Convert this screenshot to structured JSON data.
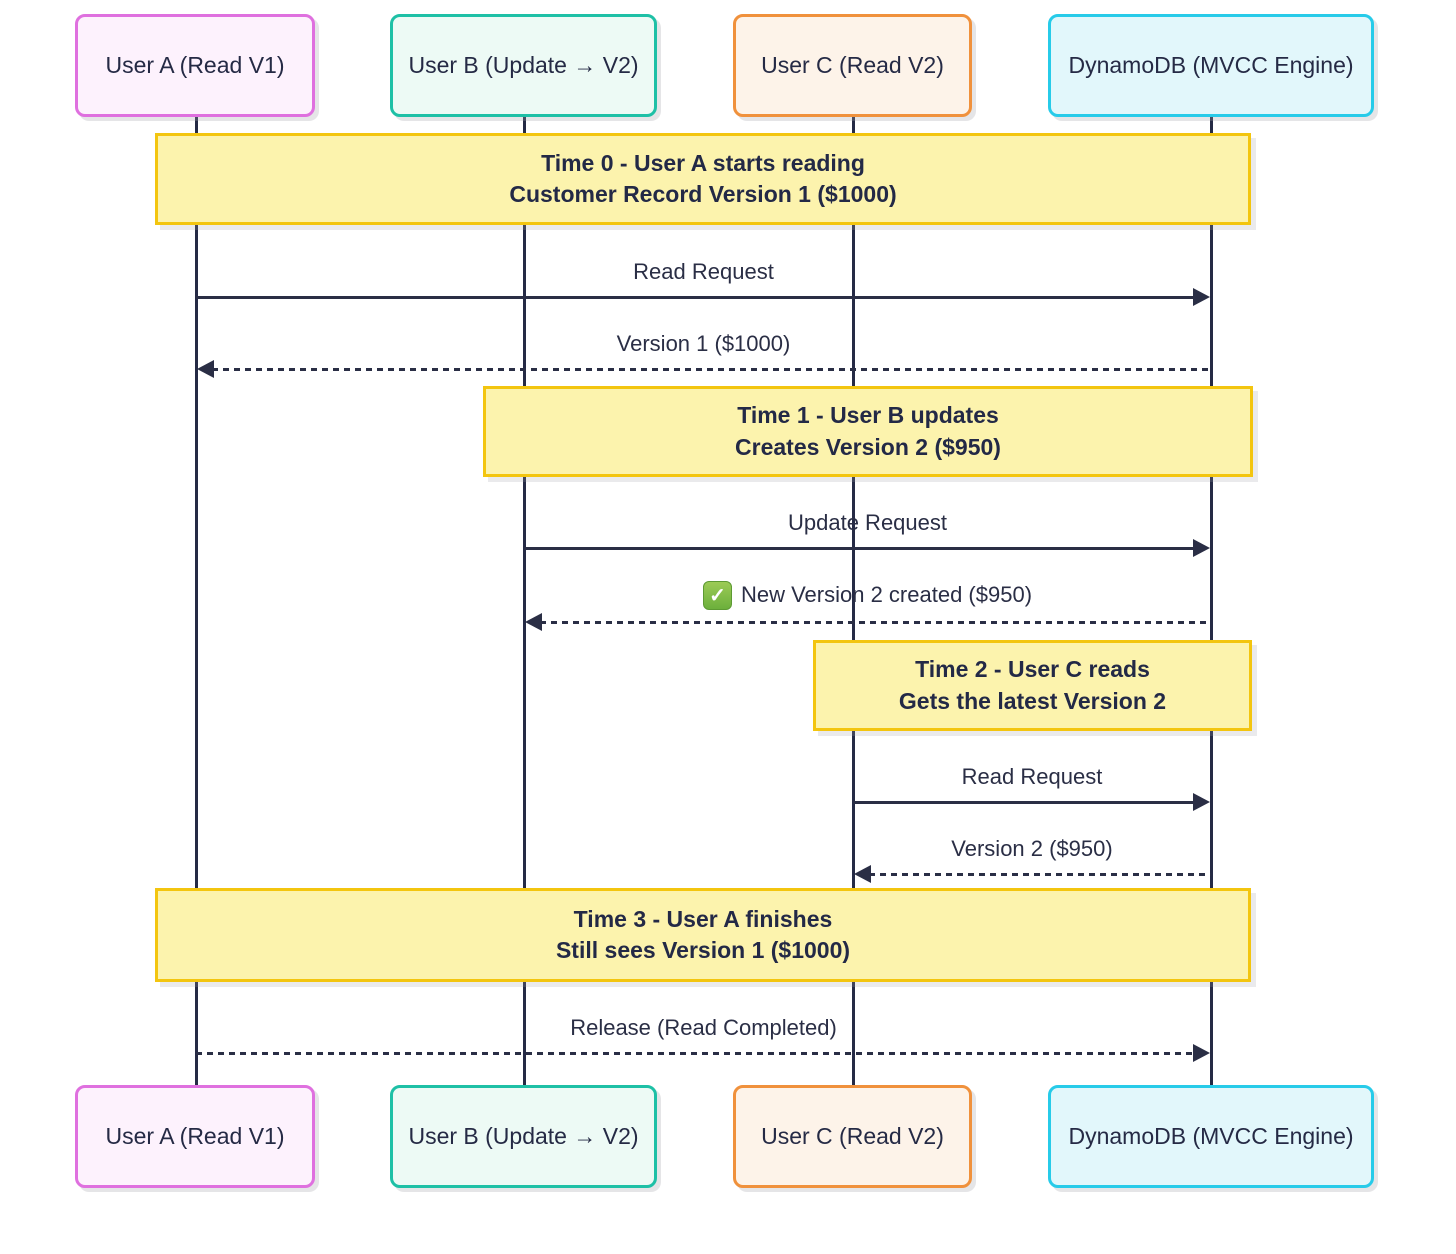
{
  "actors": [
    {
      "label": "User A (Read V1)",
      "border": "#df70df",
      "bg": "#fdf2fd"
    },
    {
      "label": "User B (Update → V2)",
      "border": "#1ec0a6",
      "bg": "#edfaf5"
    },
    {
      "label": "User C (Read V2)",
      "border": "#f0913c",
      "bg": "#fdf3e9"
    },
    {
      "label": "DynamoDB (MVCC Engine)",
      "border": "#27cbe9",
      "bg": "#e2f7fb"
    }
  ],
  "notes": [
    {
      "line1": "Time 0 - User A starts reading",
      "line2": "Customer Record Version 1 ($1000)"
    },
    {
      "line1": "Time 1 - User B updates",
      "line2": "Creates Version 2 ($950)"
    },
    {
      "line1": "Time 2 - User C reads",
      "line2": "Gets the latest Version 2"
    },
    {
      "line1": "Time 3 - User A finishes",
      "line2": "Still sees Version 1 ($1000)"
    }
  ],
  "messages": [
    {
      "label": "Read Request",
      "style": "solid",
      "from": "User A",
      "to": "DynamoDB"
    },
    {
      "label": "Version 1 ($1000)",
      "style": "dotted",
      "from": "DynamoDB",
      "to": "User A"
    },
    {
      "label": "Update Request",
      "style": "solid",
      "from": "User B",
      "to": "DynamoDB"
    },
    {
      "label": "New Version 2 created ($950)",
      "style": "dotted",
      "from": "DynamoDB",
      "to": "User B",
      "icon": "check"
    },
    {
      "label": "Read Request",
      "style": "solid",
      "from": "User C",
      "to": "DynamoDB"
    },
    {
      "label": "Version 2 ($950)",
      "style": "dotted",
      "from": "DynamoDB",
      "to": "User C"
    },
    {
      "label": "Release (Read Completed)",
      "style": "dotted",
      "from": "User A",
      "to": "DynamoDB"
    }
  ],
  "icons": {
    "check": "✓"
  },
  "colors": {
    "line": "#2a2e45",
    "text": "#252a45",
    "note_bg": "#fcf3ad",
    "note_border": "#f3c50f",
    "check_green": "#6cb03c",
    "background": "#ffffff"
  }
}
